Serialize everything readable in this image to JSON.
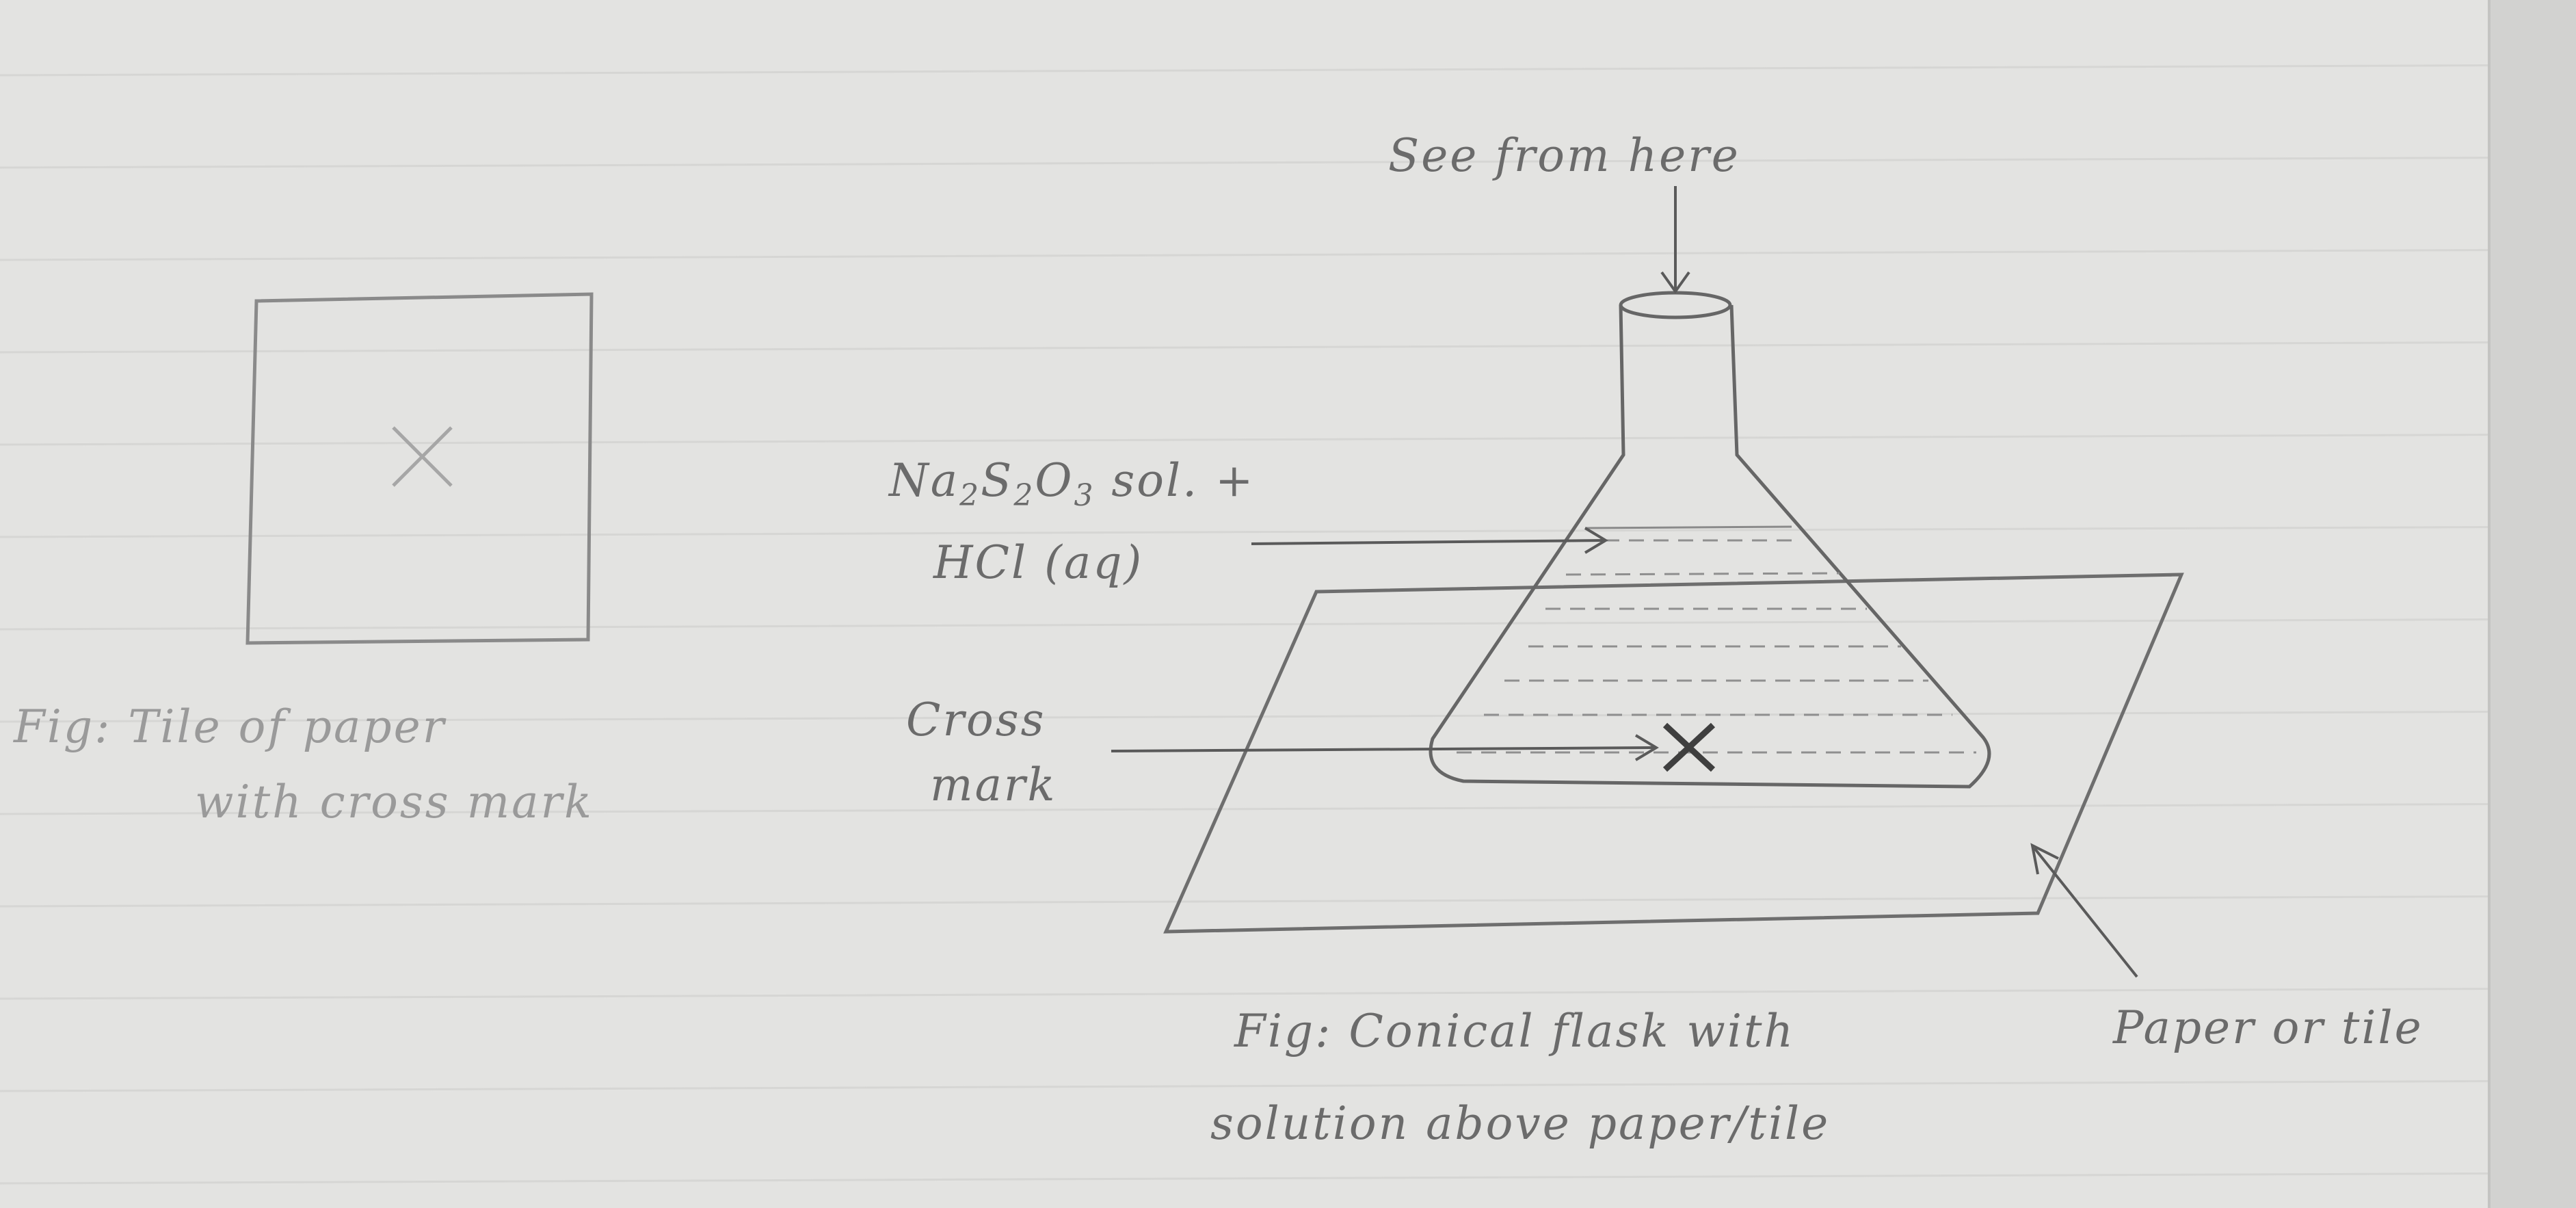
{
  "left_figure": {
    "tile_mark": "X",
    "caption_line1": "Fig: Tile of paper",
    "caption_line2": "with cross mark"
  },
  "right_figure": {
    "view_label": "See from here",
    "solution_label": {
      "na": "Na",
      "na_sub": "2",
      "s": "S",
      "s_sub": "2",
      "o": "O",
      "o_sub": "3",
      "rest": " sol. +",
      "line2": "HCl (aq)"
    },
    "cross_label_line1": "Cross",
    "cross_label_line2": "mark",
    "cross_symbol": "X",
    "paper_label": "Paper or tile",
    "caption_line1": "Fig: Conical flask with",
    "caption_line2": "solution above paper/tile"
  },
  "colors": {
    "paper": "#e3e3e1",
    "pencil": "#6b6b6b",
    "pencil_faint": "#a6a6a6",
    "ruled_line": "#d6d6d4"
  }
}
